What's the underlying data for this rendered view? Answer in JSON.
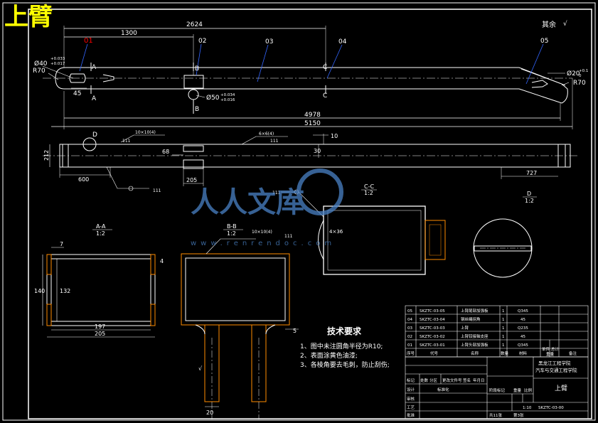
{
  "drawing_title": "上臂",
  "surface_note": "其余",
  "roughness_symbol": "√",
  "parts": {
    "p01": "01",
    "p02": "02",
    "p03": "03",
    "p04": "04",
    "p05": "05"
  },
  "top_view": {
    "dim_2624": "2624",
    "dim_1300": "1300",
    "dim_4978": "4978",
    "dim_5150": "5150",
    "dim_45": "45",
    "r70_left": "R70",
    "r70_right": "R70",
    "phi40": "Ø40",
    "phi40_tol_up": "+0.033",
    "phi40_tol_lo": "+0.017",
    "phi50": "Ø50",
    "phi50_tol_up": "+0.034",
    "phi50_tol_lo": "+0.016",
    "phi20": "Ø20",
    "phi20_tol_up": "+0.1",
    "phi20_tol_lo": "0",
    "sec_a": "A",
    "sec_b": "B",
    "sec_c": "C"
  },
  "front_view": {
    "detail_d": "D",
    "dim_212": "212",
    "dim_600": "600",
    "dim_68": "68",
    "dim_205": "205",
    "dim_30": "30",
    "dim_10": "10",
    "dim_727": "727",
    "weld_1": "10×10(4)",
    "weld_2": "6×6(4)",
    "weld_3": "111",
    "weld_4": "111",
    "weld_5": "111",
    "weld_6": "111"
  },
  "section_aa": {
    "label": "A-A",
    "scale": "1:2",
    "dim_7": "7",
    "dim_140": "140",
    "dim_132": "132",
    "dim_4": "4",
    "dim_197": "197",
    "dim_205": "205"
  },
  "section_bb": {
    "label": "B-B",
    "scale": "1:2",
    "weld": "10×10(4)",
    "weld_no": "111",
    "dim_5": "5",
    "dim_20": "20",
    "rough": "√"
  },
  "section_cc": {
    "label": "C-C",
    "scale": "1:2",
    "weld": "4×36",
    "weld_no": "111"
  },
  "detail_d": {
    "label": "D",
    "scale": "1:2"
  },
  "tech_req": {
    "title": "技术要求",
    "items": [
      "1、图中未注圆角半径为R10;",
      "2、表面涂黄色油漆;",
      "3、各棱角要去毛刺，防止刮伤;"
    ]
  },
  "bom": [
    {
      "seq": "05",
      "code": "SKZTC-03-05",
      "name": "上臂尾部加强板",
      "qty": "1",
      "mat": "Q345"
    },
    {
      "seq": "04",
      "code": "SKZTC-03-04",
      "name": "钢丝绳拐角",
      "qty": "1",
      "mat": "45"
    },
    {
      "seq": "03",
      "code": "SKZTC-03-03",
      "name": "上臂",
      "qty": "1",
      "mat": "Q235"
    },
    {
      "seq": "02",
      "code": "SKZTC-03-02",
      "name": "上臂铰接轴支座",
      "qty": "1",
      "mat": "45"
    },
    {
      "seq": "01",
      "code": "SKZTC-03-01",
      "name": "上臂头部加强板",
      "qty": "1",
      "mat": "Q345"
    }
  ],
  "bom_header": {
    "seq": "序号",
    "code": "代号",
    "name": "名称",
    "qty": "数量",
    "mat": "材料",
    "single": "单件",
    "total": "总计",
    "mass": "重量",
    "note": "备注"
  },
  "title_block": {
    "rev_marks": "标记",
    "rev_count": "处数",
    "rev_zone": "分区",
    "rev_doc": "更改文件号",
    "rev_sign": "签名",
    "rev_date": "年月日",
    "design": "设计",
    "standard": "标准化",
    "check": "审核",
    "process": "工艺",
    "approve": "批准",
    "stage_mark": "阶段标记",
    "weight": "重量",
    "scale": "比例",
    "scale_value": "1:10",
    "school_line1": "黑龙江工程学院",
    "school_line2": "汽车与交通工程学院",
    "part_name": "上臂",
    "drawing_no": "SKZTC-03-00",
    "sheets": "共11张",
    "sheet": "第3张"
  },
  "watermark": {
    "main": "人人文库",
    "url": "www.renrendoc.com"
  },
  "colors": {
    "outline": "#ffffff",
    "center": "#ffffff",
    "dimension": "#e0e0e0",
    "accent": "#ff0000",
    "leader": "#3366ff",
    "title": "#ffff00",
    "watermark": "#4a82c6"
  }
}
